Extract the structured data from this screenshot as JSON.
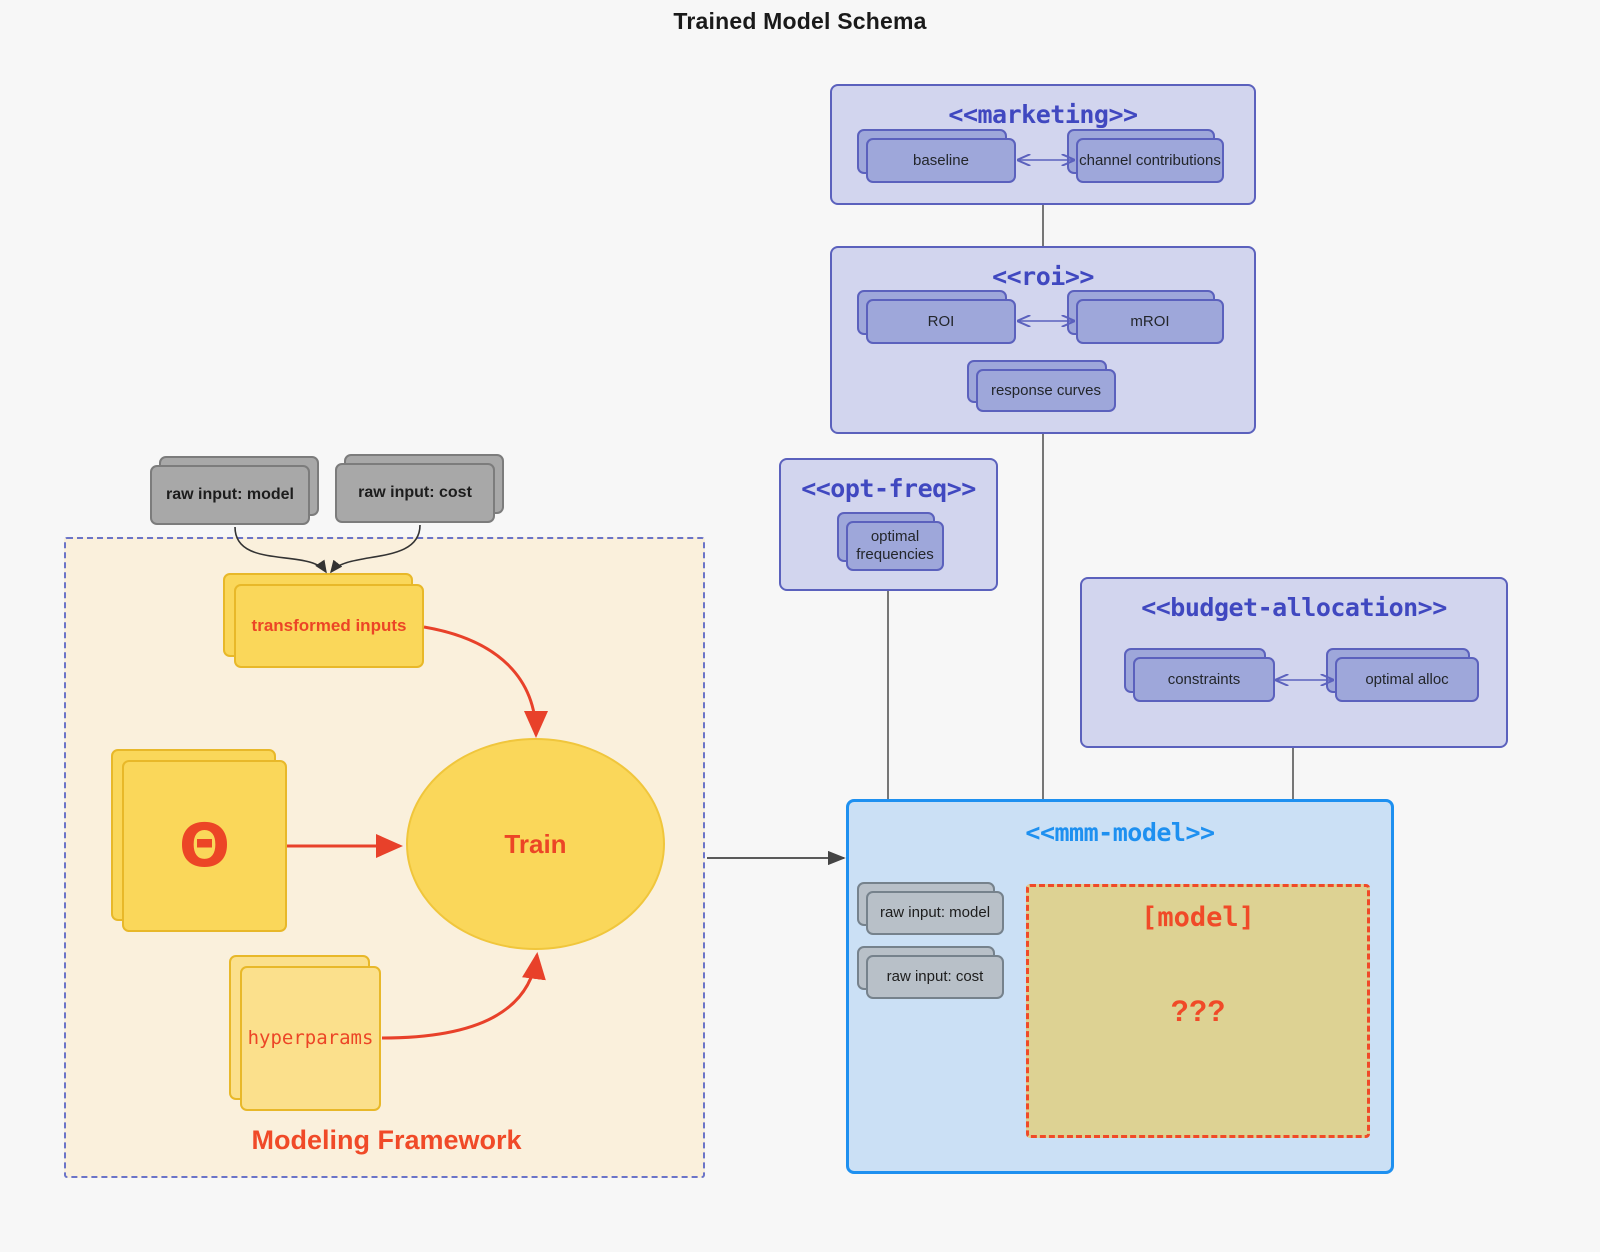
{
  "title": "Trained Model Schema",
  "packages": [
    {
      "id": "marketing",
      "title": "<<marketing>>",
      "nodes": [
        {
          "label": "baseline"
        },
        {
          "label": "channel contributions"
        }
      ]
    },
    {
      "id": "roi",
      "title": "<<roi>>",
      "nodes": [
        {
          "label": "ROI"
        },
        {
          "label": "mROI"
        },
        {
          "label": "response curves"
        }
      ]
    },
    {
      "id": "opt-freq",
      "title": "<<opt-freq>>",
      "nodes": [
        {
          "label": "optimal\nfrequencies",
          "line1": "optimal",
          "line2": "frequencies"
        }
      ]
    },
    {
      "id": "budget-allocation",
      "title": "<<budget-allocation>>",
      "nodes": [
        {
          "label": "constraints"
        },
        {
          "label": "optimal alloc"
        }
      ]
    }
  ],
  "mmm_model": {
    "title": "<<mmm-model>>",
    "raw_inputs": [
      {
        "label": "raw input: model"
      },
      {
        "label": "raw input: cost"
      }
    ],
    "model_slot": {
      "title": "[model]",
      "question": "???"
    }
  },
  "framework": {
    "label": "Modeling Framework",
    "raw_inputs": [
      {
        "label": "raw input: model"
      },
      {
        "label": "raw input: cost"
      }
    ],
    "transformed_inputs": {
      "label": "transformed inputs"
    },
    "theta": {
      "label": "Θ"
    },
    "hyperparams": {
      "label": "hyperparams"
    },
    "train": {
      "label": "Train"
    }
  },
  "colors": {
    "background": "#f7f7f7",
    "package_fill": "#d2d5ee",
    "package_border": "#5b61bd",
    "package_title": "#4048c0",
    "node_blue_fill": "#9ea7da",
    "node_grey_fill": "#a8a8a8",
    "node_grey_inner_fill": "#b8c0c8",
    "mmm_fill": "#cbe0f5",
    "mmm_border": "#1e90f0",
    "model_slot_fill": "#ddd293",
    "accent_red": "#f04a28",
    "yellow_fill": "#fad75a",
    "framework_fill": "#faf0dc"
  }
}
